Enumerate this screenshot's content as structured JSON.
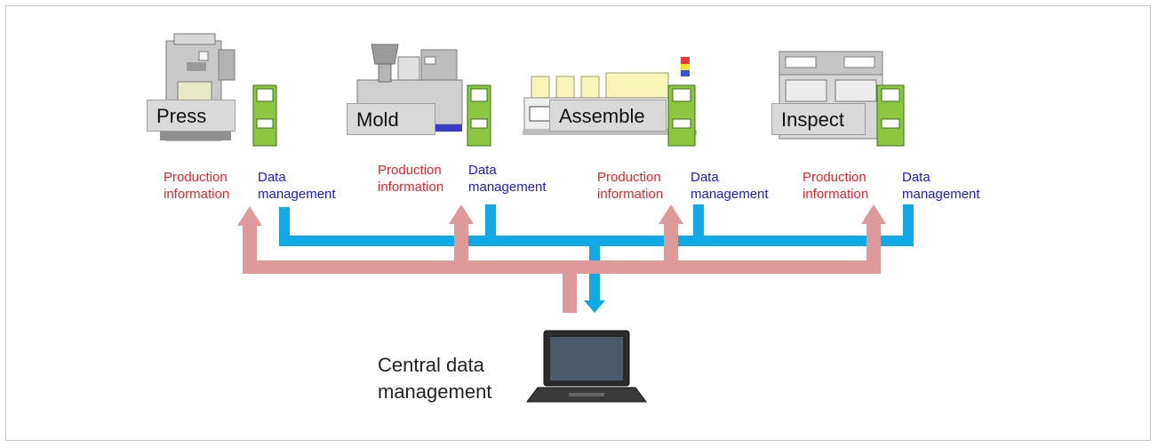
{
  "stations": [
    {
      "name": "Press",
      "production_info": [
        "Production",
        "information"
      ],
      "data_mgmt": [
        "Data",
        "management"
      ]
    },
    {
      "name": "Mold",
      "production_info": [
        "Production",
        "information"
      ],
      "data_mgmt": [
        "Data",
        "management"
      ]
    },
    {
      "name": "Assemble",
      "production_info": [
        "Production",
        "information"
      ],
      "data_mgmt": [
        "Data",
        "management"
      ]
    },
    {
      "name": "Inspect",
      "production_info": [
        "Production",
        "information"
      ],
      "data_mgmt": [
        "Data",
        "management"
      ]
    }
  ],
  "central": {
    "line1": "Central data",
    "line2": "management"
  },
  "colors": {
    "production_arrow": "#dd9a98",
    "data_line": "#0fa9e6",
    "production_text": "#e8232a",
    "data_text": "#1a1ad6"
  },
  "icons": [
    "press-machine-icon",
    "mold-machine-icon",
    "assembly-line-icon",
    "inspection-machine-icon",
    "terminal-icon",
    "laptop-icon"
  ]
}
